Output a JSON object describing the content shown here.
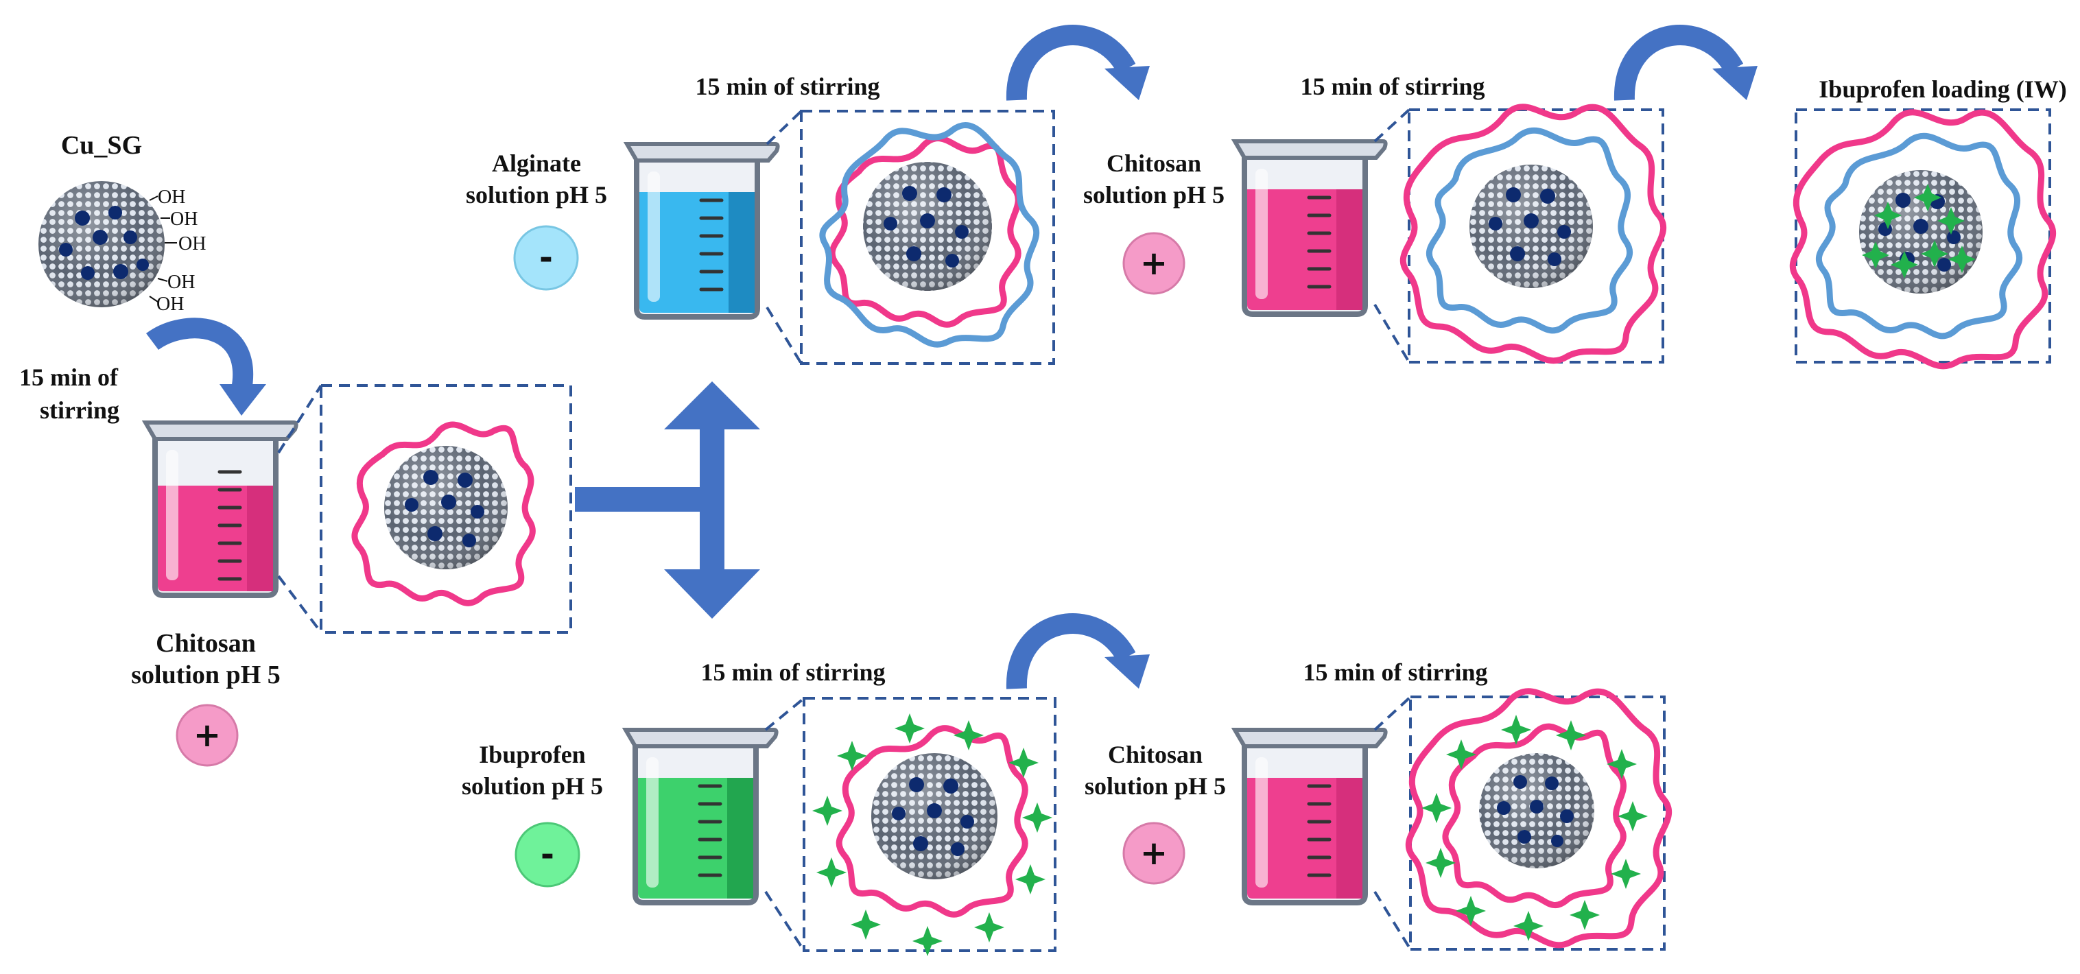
{
  "labels": {
    "cu_sg": "Cu_SG",
    "oh": "OH",
    "stir_first_line1": "15 min of",
    "stir_first_line2": "stirring",
    "chitosan_left_line1": "Chitosan",
    "chitosan_left_line2": "solution pH 5",
    "stir_top1": "15 min of stirring",
    "alginate_line1": "Alginate",
    "alginate_line2": "solution pH 5",
    "stir_top2": "15 min of stirring",
    "chitosan_top_line1": "Chitosan",
    "chitosan_top_line2": "solution pH 5",
    "ibuprofen_loading_iw": "Ibuprofen loading (IW)",
    "stir_bottom1": "15 min of stirring",
    "ibuprofen_line1": "Ibuprofen",
    "ibuprofen_line2": "solution pH 5",
    "stir_bottom2": "15 min of stirring",
    "chitosan_bottom_line1": "Chitosan",
    "chitosan_bottom_line2": "solution pH 5"
  },
  "charges": {
    "positive": "+",
    "negative": "-"
  },
  "colors": {
    "chitosan": "#ee3f8f",
    "alginate": "#39b8ef",
    "ibuprofen": "#3dd16c",
    "alginate_chain": "#5b9bd5",
    "chitosan_chain": "#f0388a",
    "drug_star": "#22b14c",
    "dashed_box": "#2f5597",
    "arrow": "#4472c4",
    "particle_core": "#5a6270",
    "copper_spot": "#0d2a6e",
    "badge_positive": "#f59bc8",
    "badge_alginate": "#a4e4fb",
    "badge_ibuprofen": "#6ff29a"
  },
  "icons": {
    "beaker": "beaker-icon",
    "particle": "nanoparticle-icon",
    "curved_arrow": "curved-arrow-icon",
    "double_arrow": "double-arrow-icon"
  }
}
